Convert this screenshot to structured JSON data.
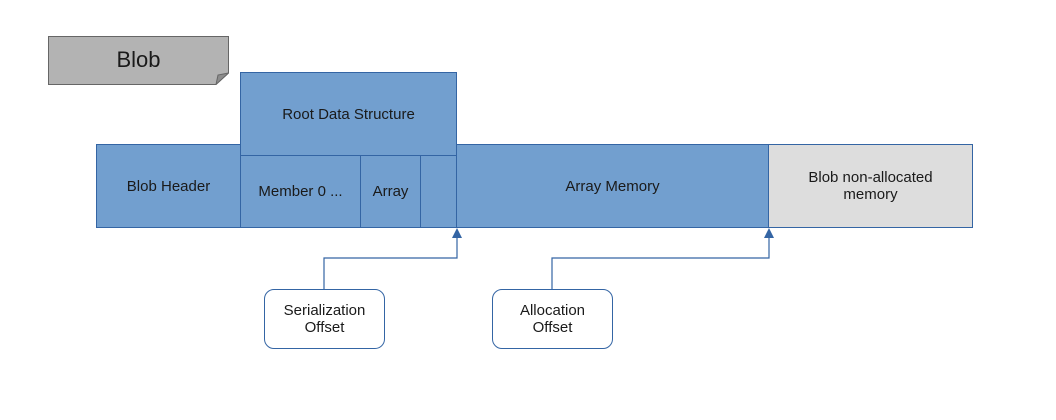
{
  "title": "Blob",
  "root_structure": {
    "label": "Root Data Structure",
    "members": [
      "Member 0 ...",
      "Array",
      ""
    ]
  },
  "segments": {
    "header": "Blob Header",
    "array_memory": "Array Memory",
    "non_allocated": "Blob non-allocated memory"
  },
  "callouts": {
    "serialization": "Serialization Offset",
    "allocation": "Allocation Offset"
  },
  "colors": {
    "blue_fill": "#729fcf",
    "blue_border": "#3465a4",
    "grey_fill": "#dddddd",
    "note_fill": "#b3b3b3"
  }
}
